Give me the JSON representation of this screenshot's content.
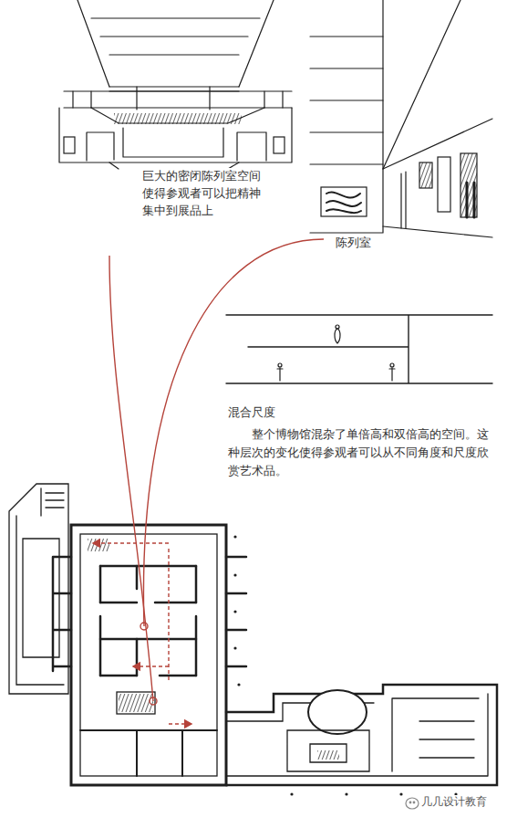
{
  "diagram": {
    "labels": [
      "巨大的密闭陈列室空间使得参观者可以把精神集中到展品上",
      "陈列室",
      "混合尺度",
      "整个博物馆混杂了单倍高和双倍高的空间。这种层次的变化使得参观者可以从不同角度和尺度欣赏艺术品。",
      "几几设计教育"
    ]
  }
}
